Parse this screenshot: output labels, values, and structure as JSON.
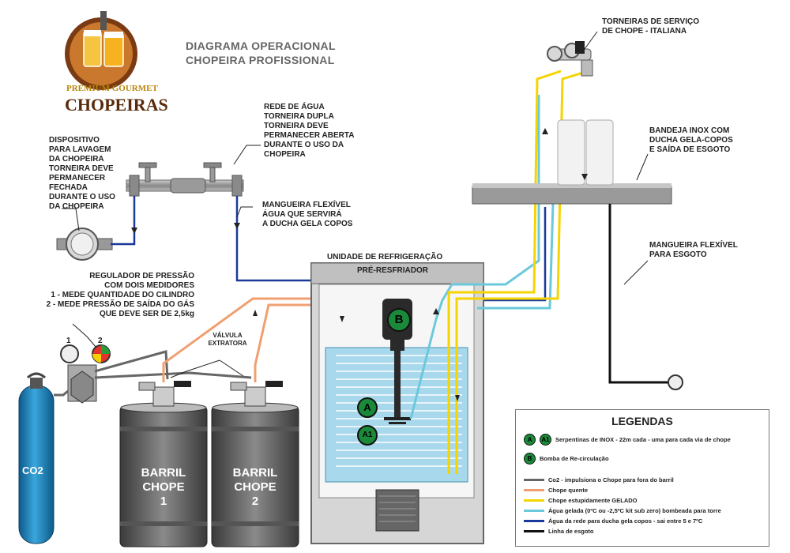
{
  "title": {
    "line1": "DIAGRAMA OPERACIONAL",
    "line2": "CHOPEIRA PROFISSIONAL"
  },
  "logo": {
    "line1": "PREMIUM GOURMET",
    "line2": "CHOPEIRAS"
  },
  "labels": {
    "torneiras_servico": "TORNEIRAS DE SERVIÇO\nDE CHOPE - ITALIANA",
    "rede_agua": "REDE DE ÁGUA\nTORNEIRA DUPLA\nTORNEIRA DEVE\nPERMANECER ABERTA\nDURANTE O USO DA\nCHOPEIRA",
    "dispositivo": "DISPOSITIVO\nPARA LAVAGEM\nDA CHOPEIRA\nTORNEIRA DEVE\nPERMANECER\nFECHADA\nDURANTE O USO\nDA CHOPEIRA",
    "mangueira_agua": "MANGUEIRA FLEXÍVEL\nÁGUA QUE SERVIRÁ\nA DUCHA GELA COPOS",
    "bandeja": "BANDEJA INOX COM\nDUCHA GELA-COPOS\nE SAÍDA DE ESGOTO",
    "mangueira_esgoto": "MANGUEIRA FLEXÍVEL\nPARA ESGOTO",
    "regulador": "REGULADOR DE PRESSÃO\nCOM DOIS MEDIDORES\n1 - MEDE QUANTIDADE DO CILINDRO\n2 - MEDE PRESSÃO DE SAÍDA DO GÁS\nQUE DEVE SER DE 2,5kg",
    "valvula": "VÁLVULA\nEXTRATORA",
    "unidade": "UNIDADE DE REFRIGERAÇÃO",
    "pre_resfriador": "PRÉ-RESFRIADOR",
    "co2": "CO2",
    "barril1": "BARRIL\nCHOPE\n1",
    "barril2": "BARRIL\nCHOPE\n2",
    "gauge1": "1",
    "gauge2": "2",
    "pump": "B",
    "coil_a": "A",
    "coil_a1": "A1"
  },
  "legend": {
    "title": "LEGENDAS",
    "coils": {
      "a": "A",
      "a1": "A1",
      "text": "Serpentinas de INOX - 22m cada - uma para cada via de chope"
    },
    "pump": {
      "b": "B",
      "text": "Bomba de Re-circulação"
    },
    "lines": [
      {
        "color": "#666666",
        "text": "Co2 - impulsiona o Chope para fora do barril"
      },
      {
        "color": "#f0a070",
        "text": "Chope quente"
      },
      {
        "color": "#f5d400",
        "text": "Chope estupidamente GELADO"
      },
      {
        "color": "#6cc8dc",
        "text": "Água gelada (0ºC ou -2,5ºC kit sub zero) bombeada para torre"
      },
      {
        "color": "#1a3a9a",
        "text": "Água da rede para ducha gela copos - sai entre 5 e 7ºC"
      },
      {
        "color": "#111111",
        "text": "Linha de esgoto"
      }
    ]
  }
}
